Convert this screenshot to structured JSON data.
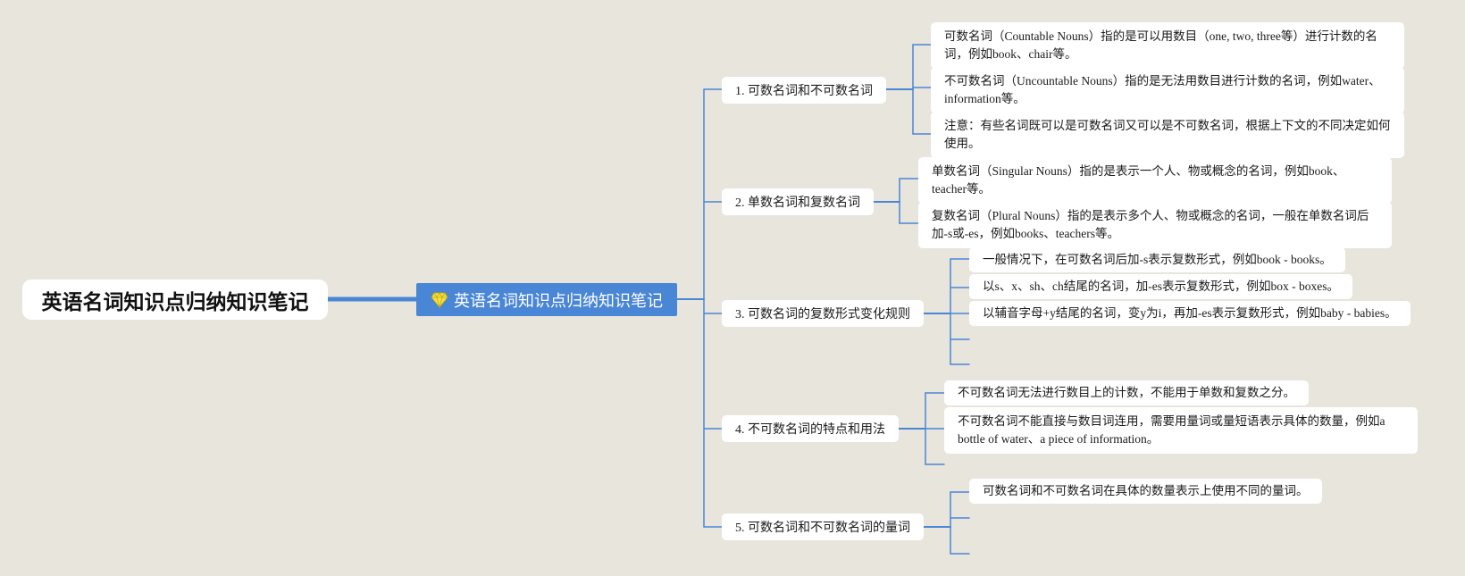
{
  "title": "英语名词知识点归纳知识笔记",
  "center": {
    "label": "英语名词知识点归纳知识笔记",
    "icon": "diamond-icon",
    "color": "#4a86d6"
  },
  "branches": [
    {
      "label": "1. 可数名词和不可数名词",
      "children": [
        "可数名词（Countable Nouns）指的是可以用数目（one, two, three等）进行计数的名词，例如book、chair等。",
        "不可数名词（Uncountable Nouns）指的是无法用数目进行计数的名词，例如water、information等。",
        "注意：有些名词既可以是可数名词又可以是不可数名词，根据上下文的不同决定如何使用。"
      ]
    },
    {
      "label": "2. 单数名词和复数名词",
      "children": [
        "单数名词（Singular Nouns）指的是表示一个人、物或概念的名词，例如book、teacher等。",
        "复数名词（Plural Nouns）指的是表示多个人、物或概念的名词，一般在单数名词后加-s或-es，例如books、teachers等。"
      ]
    },
    {
      "label": "3. 可数名词的复数形式变化规则",
      "children": [
        "一般情况下，在可数名词后加-s表示复数形式，例如book - books。",
        "以s、x、sh、ch结尾的名词，加-es表示复数形式，例如box - boxes。",
        "以辅音字母+y结尾的名词，变y为i，再加-es表示复数形式，例如baby - babies。"
      ]
    },
    {
      "label": "4. 不可数名词的特点和用法",
      "children": [
        "不可数名词无法进行数目上的计数，不能用于单数和复数之分。",
        "不可数名词不能直接与数目词连用，需要用量词或量短语表示具体的数量，例如a bottle of water、a piece of information。"
      ]
    },
    {
      "label": "5. 可数名词和不可数名词的量词",
      "children": [
        "可数名词和不可数名词在具体的数量表示上使用不同的量词。"
      ]
    }
  ],
  "colors": {
    "background": "#e8e5dc",
    "connector": "#4a86d6",
    "node": "#ffffff"
  }
}
